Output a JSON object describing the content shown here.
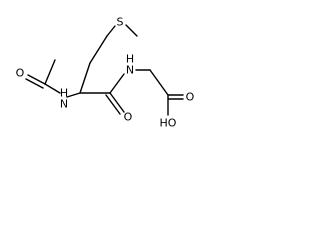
{
  "atoms": {
    "sulfur": "S",
    "acetyl_oxygen": "O",
    "amide_n_1": "N",
    "amide_n_1_h": "H",
    "amide_n_2": "N",
    "amide_n_2_h": "H",
    "amide_oxygen": "O",
    "acid_oxygen_double": "O",
    "acid_hydroxyl": "HO"
  }
}
